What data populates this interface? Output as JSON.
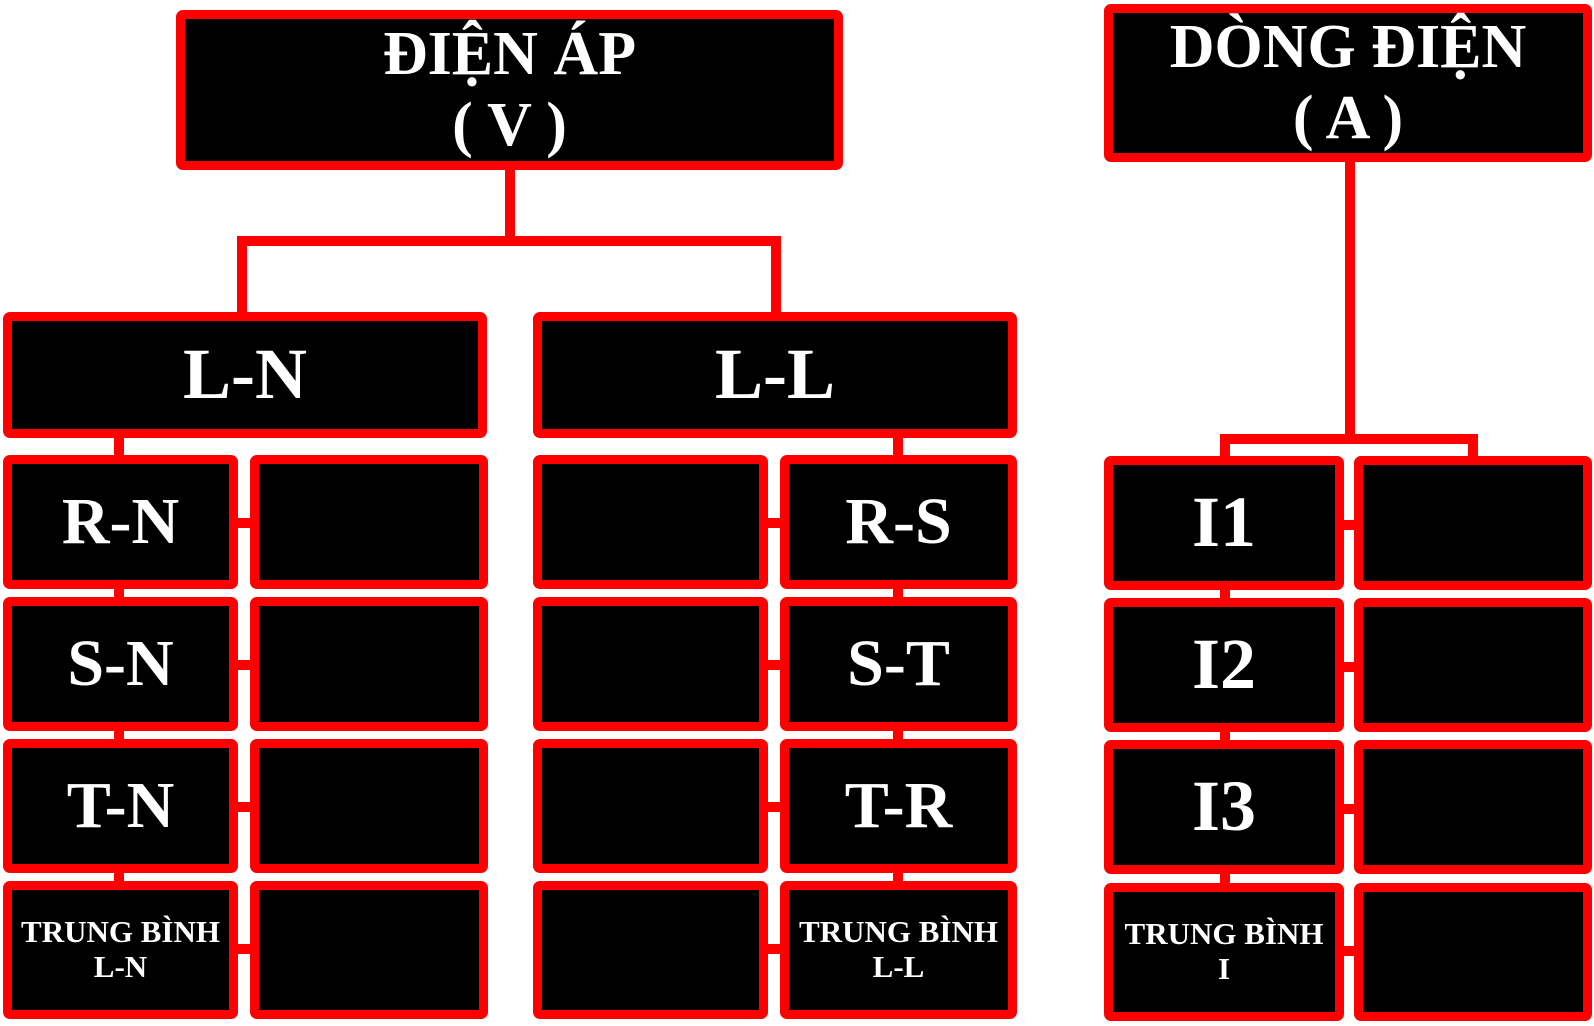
{
  "voltage": {
    "title_line1": "ĐIỆN ÁP",
    "title_line2": "( V )",
    "ln": {
      "label": "L-N",
      "items": [
        "R-N",
        "S-N",
        "T-N"
      ],
      "avg_line1": "TRUNG BÌNH",
      "avg_line2": "L-N"
    },
    "ll": {
      "label": "L-L",
      "items": [
        "R-S",
        "S-T",
        "T-R"
      ],
      "avg_line1": "TRUNG BÌNH",
      "avg_line2": "L-L"
    }
  },
  "current": {
    "title_line1": "DÒNG ĐIỆN",
    "title_line2": "( A )",
    "items": [
      "I1",
      "I2",
      "I3"
    ],
    "avg_line1": "TRUNG BÌNH",
    "avg_line2": "I"
  },
  "colors": {
    "border": "#ff0000",
    "fill": "#000000",
    "text": "#ffffff"
  }
}
